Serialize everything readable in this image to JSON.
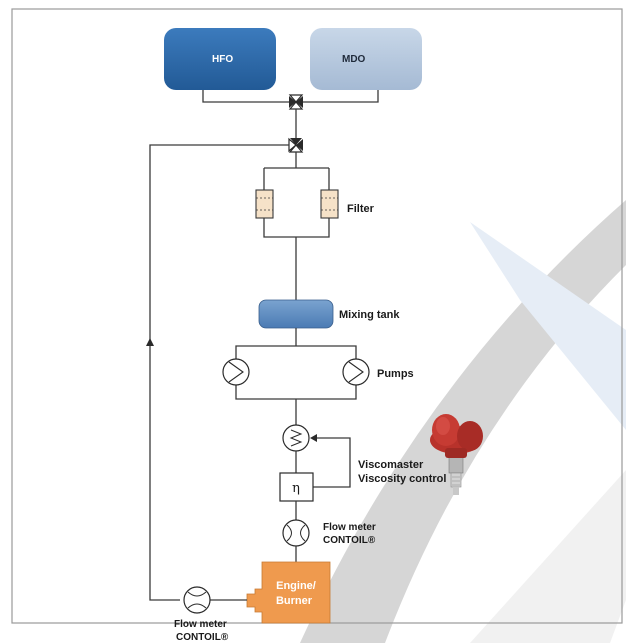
{
  "tanks": {
    "hfo_label": "HFO",
    "mdo_label": "MDO"
  },
  "labels": {
    "filter": "Filter",
    "mixing_tank": "Mixing tank",
    "pumps": "Pumps",
    "viscomaster_line1": "Viscomaster",
    "viscomaster_line2": "Viscosity control",
    "viscosity_symbol": "η",
    "flow_meter_1_line1": "Flow meter",
    "flow_meter_1_line2": "CONTOIL®",
    "engine_line1": "Engine/",
    "engine_line2": "Burner",
    "flow_meter_2_line1": "Flow meter",
    "flow_meter_2_line2": "CONTOIL®"
  },
  "colors": {
    "hfo": "#2f6aa8",
    "mdo": "#b7c9df",
    "mixing_tank": "#5d8cc2",
    "filter": "#f6e2c8",
    "engine": "#ef9a4e",
    "transmitter": "#c33a32",
    "background_arc": "#d9d9d9",
    "background_arc_blue": "#e3ebf4"
  }
}
